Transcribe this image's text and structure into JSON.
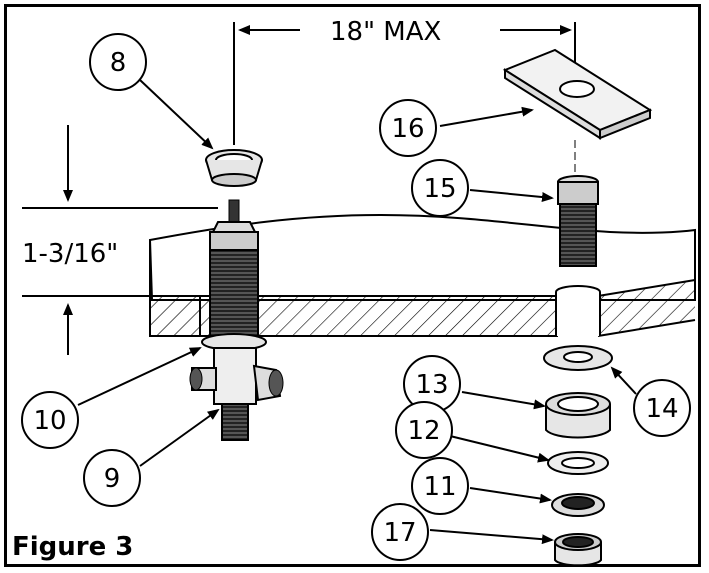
{
  "figure": {
    "label": "Figure 3"
  },
  "dimensions": {
    "max_spacing": "18\" MAX",
    "height": "1-3/16\""
  },
  "callouts": [
    {
      "id": "8",
      "text": "8"
    },
    {
      "id": "16",
      "text": "16"
    },
    {
      "id": "15",
      "text": "15"
    },
    {
      "id": "10",
      "text": "10"
    },
    {
      "id": "9",
      "text": "9"
    },
    {
      "id": "13",
      "text": "13"
    },
    {
      "id": "14",
      "text": "14"
    },
    {
      "id": "12",
      "text": "12"
    },
    {
      "id": "11",
      "text": "11"
    },
    {
      "id": "17",
      "text": "17"
    }
  ],
  "colors": {
    "ink": "#000000",
    "part_fill": "#e6e6e6",
    "thread_fill": "#222222"
  }
}
